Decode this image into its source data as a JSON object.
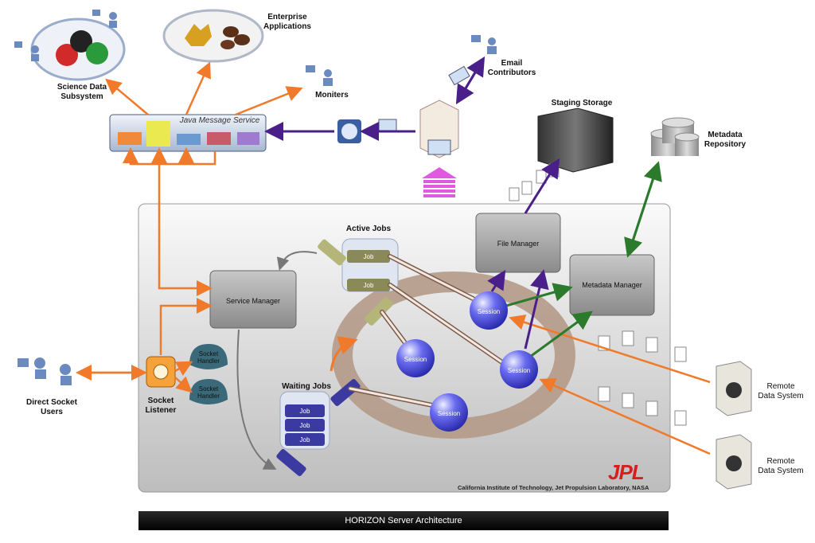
{
  "diagram_title": "HORIZON Server Architecture",
  "credit": "California Institute of Technology, Jet Propulsion Laboratory, NASA",
  "logo": "JPL",
  "nodes": {
    "science_data": "Science Data\nSubsystem",
    "enterprise": "Enterprise\nApplications",
    "monitors": "Moniters",
    "email": "Email\nContributors",
    "jms": "Java Message Service",
    "staging": "Staging Storage",
    "metadata_repo": "Metadata\nRepository",
    "active_jobs": "Active Jobs",
    "waiting_jobs": "Waiting Jobs",
    "file_manager": "File Manager",
    "metadata_manager": "Metadata Manager",
    "service_manager": "Service Manager",
    "socket_listener": "Socket\nListener",
    "socket_handler": "Socket\nHandler",
    "direct_socket": "Direct Socket\nUsers",
    "remote_data": "Remote\nData System",
    "session": "Session",
    "job": "Job"
  },
  "colors": {
    "orange": "#f07a2a",
    "purple": "#5a2a9a",
    "green": "#2c7a2c",
    "ring": "#b59a88"
  }
}
